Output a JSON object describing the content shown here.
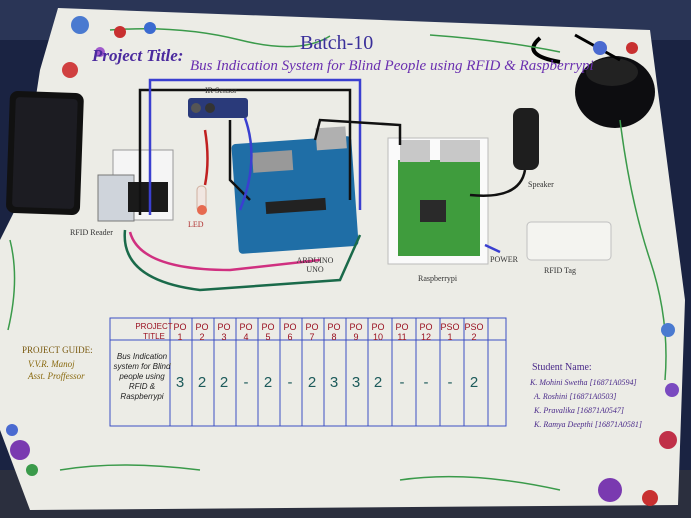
{
  "poster": {
    "batch": "Batch-10",
    "project_title_label": "Project Title:",
    "project_title": "Bus Indication System for Blind People using RFID & Raspberrypi"
  },
  "components": {
    "ir_sensor": "IR Sensor",
    "rfid_reader": "RFID Reader",
    "led": "LED",
    "arduino": "ARDUINO UNO",
    "raspberrypi": "Raspberrypi",
    "power": "POWER",
    "speaker": "Speaker",
    "rfid_tag": "RFID Tag"
  },
  "table": {
    "project_title_header": "PROJECT TITLE",
    "row_label": "Bus Indication system for Blind people using RFID & Raspberrypi",
    "columns": [
      "PO 1",
      "PO 2",
      "PO 3",
      "PO 4",
      "PO 5",
      "PO 6",
      "PO 7",
      "PO 8",
      "PO 9",
      "PO 10",
      "PO 11",
      "PO 12",
      "PSO 1",
      "PSO 2"
    ],
    "values": [
      "3",
      "2",
      "2",
      "-",
      "2",
      "-",
      "2",
      "3",
      "3",
      "2",
      "-",
      "-",
      "-",
      "2"
    ]
  },
  "guide": {
    "heading": "PROJECT GUIDE:",
    "name": "V.V.R. Manoj",
    "role": "Asst. Proffessor"
  },
  "students": {
    "heading": "Student Name:",
    "names": [
      "K. Mohini Swetha [16871A0594]",
      "A. Roshini [16871A0503]",
      "K. Pravalika [16871A0547]",
      "K. Ramya Deepthi [16871A0581]"
    ]
  },
  "colors": {
    "poster": "#ecece7",
    "table_blue_line": "#3b4fc4",
    "arduino": "#1d6ea8",
    "raspberrypi": "#3b9a3a",
    "desk": "#1c2540"
  }
}
